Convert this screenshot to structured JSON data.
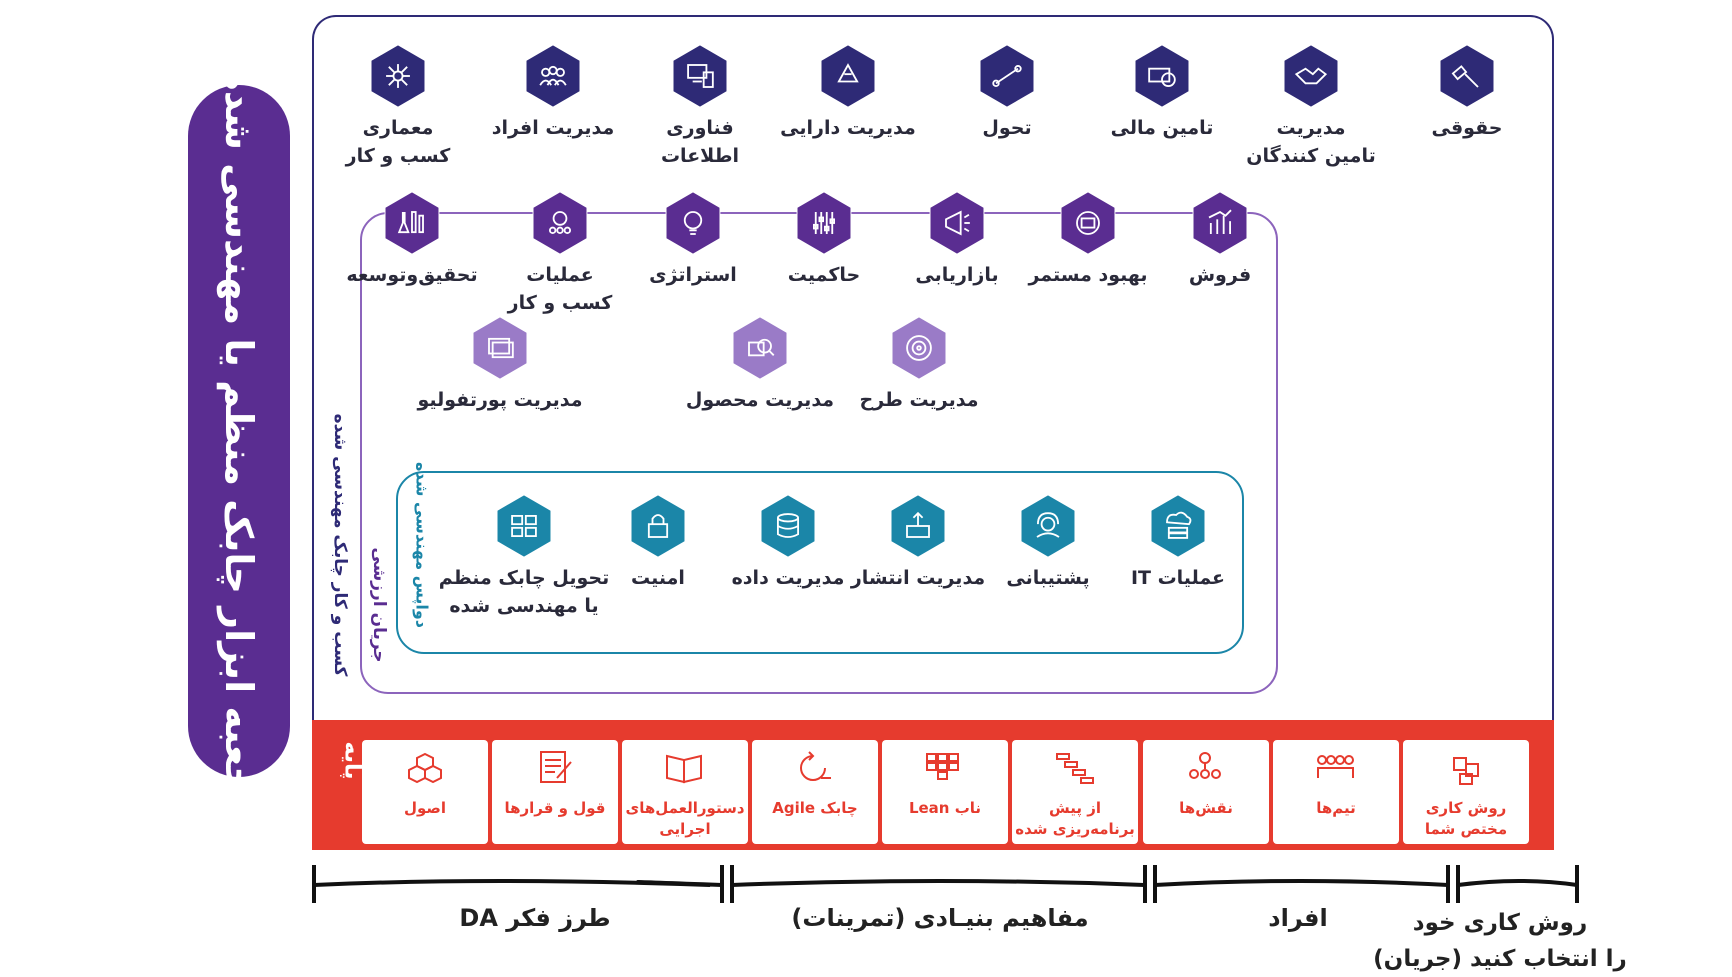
{
  "side_title": "جعبه ابزار چابک منظم یا مهندسی شده",
  "outer_label": "کسب و کار چابک مهندسی شده",
  "mid_label": "جریان ارزشی",
  "inner_label": "دواپس مهندسی شده",
  "top_row": [
    {
      "label": "معماری\nکسب و کار",
      "icon": "network-icon"
    },
    {
      "label": "مدیریت افراد",
      "icon": "people-icon"
    },
    {
      "label": "فناوری\nاطلاعات",
      "icon": "computer-icon"
    },
    {
      "label": "مدیریت دارایی",
      "icon": "recycle-icon"
    },
    {
      "label": "تحول",
      "icon": "transform-icon"
    },
    {
      "label": "تامین مالی",
      "icon": "money-icon"
    },
    {
      "label": "مدیریت\nتامین کنندگان",
      "icon": "handshake-icon"
    },
    {
      "label": "حقوقی",
      "icon": "gavel-icon"
    }
  ],
  "mid_row": [
    {
      "label": "تحقیق‌وتوسعه",
      "icon": "lab-icon"
    },
    {
      "label": "عملیات\nکسب و کار",
      "icon": "gear-people-icon"
    },
    {
      "label": "استراتژی",
      "icon": "bulb-icon"
    },
    {
      "label": "حاکمیت",
      "icon": "sliders-icon"
    },
    {
      "label": "بازاریابی",
      "icon": "megaphone-icon"
    },
    {
      "label": "بهبود مستمر",
      "icon": "cycle-icon"
    },
    {
      "label": "فروش",
      "icon": "sales-icon"
    }
  ],
  "mid_row2": [
    {
      "label": "مدیریت پورتفولیو",
      "icon": "folders-icon"
    },
    {
      "label": "مدیریت محصول",
      "icon": "product-icon"
    },
    {
      "label": "مدیریت طرح",
      "icon": "target-icon"
    }
  ],
  "inner_row": [
    {
      "label": "تحویل چابک منظم\nیا مهندسی شده",
      "icon": "delivery-icon"
    },
    {
      "label": "امنیت",
      "icon": "lock-icon"
    },
    {
      "label": "مدیریت داده",
      "icon": "database-icon"
    },
    {
      "label": "مدیریت انتشار",
      "icon": "release-icon"
    },
    {
      "label": "پشتیبانی",
      "icon": "headset-icon"
    },
    {
      "label": "عملیات IT",
      "icon": "cloud-server-icon"
    }
  ],
  "foundation_label": "پایه",
  "foundation_cards": [
    {
      "label": "اصول",
      "icon": "hexagons-icon"
    },
    {
      "label": "قول و قرارها",
      "icon": "contract-icon"
    },
    {
      "label": "دستورالعمل‌های\nاجرایی",
      "icon": "book-icon"
    },
    {
      "label": "چابک Agile",
      "icon": "agile-icon"
    },
    {
      "label": "ناب Lean",
      "icon": "kanban-icon"
    },
    {
      "label": "از پیش\nبرنامه‌ریزی شده",
      "icon": "steps-icon"
    },
    {
      "label": "نقش‌ها",
      "icon": "roles-icon"
    },
    {
      "label": "تیم‌ها",
      "icon": "team-icon"
    },
    {
      "label": "روش کاری\nمختص شما",
      "icon": "puzzle-icon"
    }
  ],
  "bottom_groups": [
    {
      "label": "طرز فکر DA"
    },
    {
      "label": "مفاهیم بنیـادی (تمرینات)"
    },
    {
      "label": "افراد"
    },
    {
      "label": "روش کاری خود\nرا انتخاب کنید (جریان)"
    }
  ],
  "colors": {
    "navy": "#2e2a76",
    "purple": "#5a2d91",
    "mid_purple": "#8c64bc",
    "light_purple": "#9a7bc7",
    "teal": "#1b86a8",
    "red": "#e63b2e"
  }
}
